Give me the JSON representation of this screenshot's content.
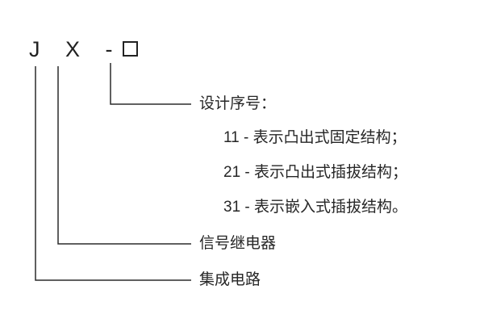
{
  "model_code": {
    "prefix": "J X -",
    "box_symbol": "□"
  },
  "annotations": {
    "design_serial": "设计序号：",
    "serial_items": [
      "11 - 表示凸出式固定结构；",
      "21 - 表示凸出式插拔结构；",
      "31 - 表示嵌入式插拔结构。"
    ],
    "signal_relay": "信号继电器",
    "integrated_circuit": "集成电路"
  },
  "colors": {
    "line": "#2b2b2b",
    "text": "#262626",
    "background": "#ffffff"
  }
}
